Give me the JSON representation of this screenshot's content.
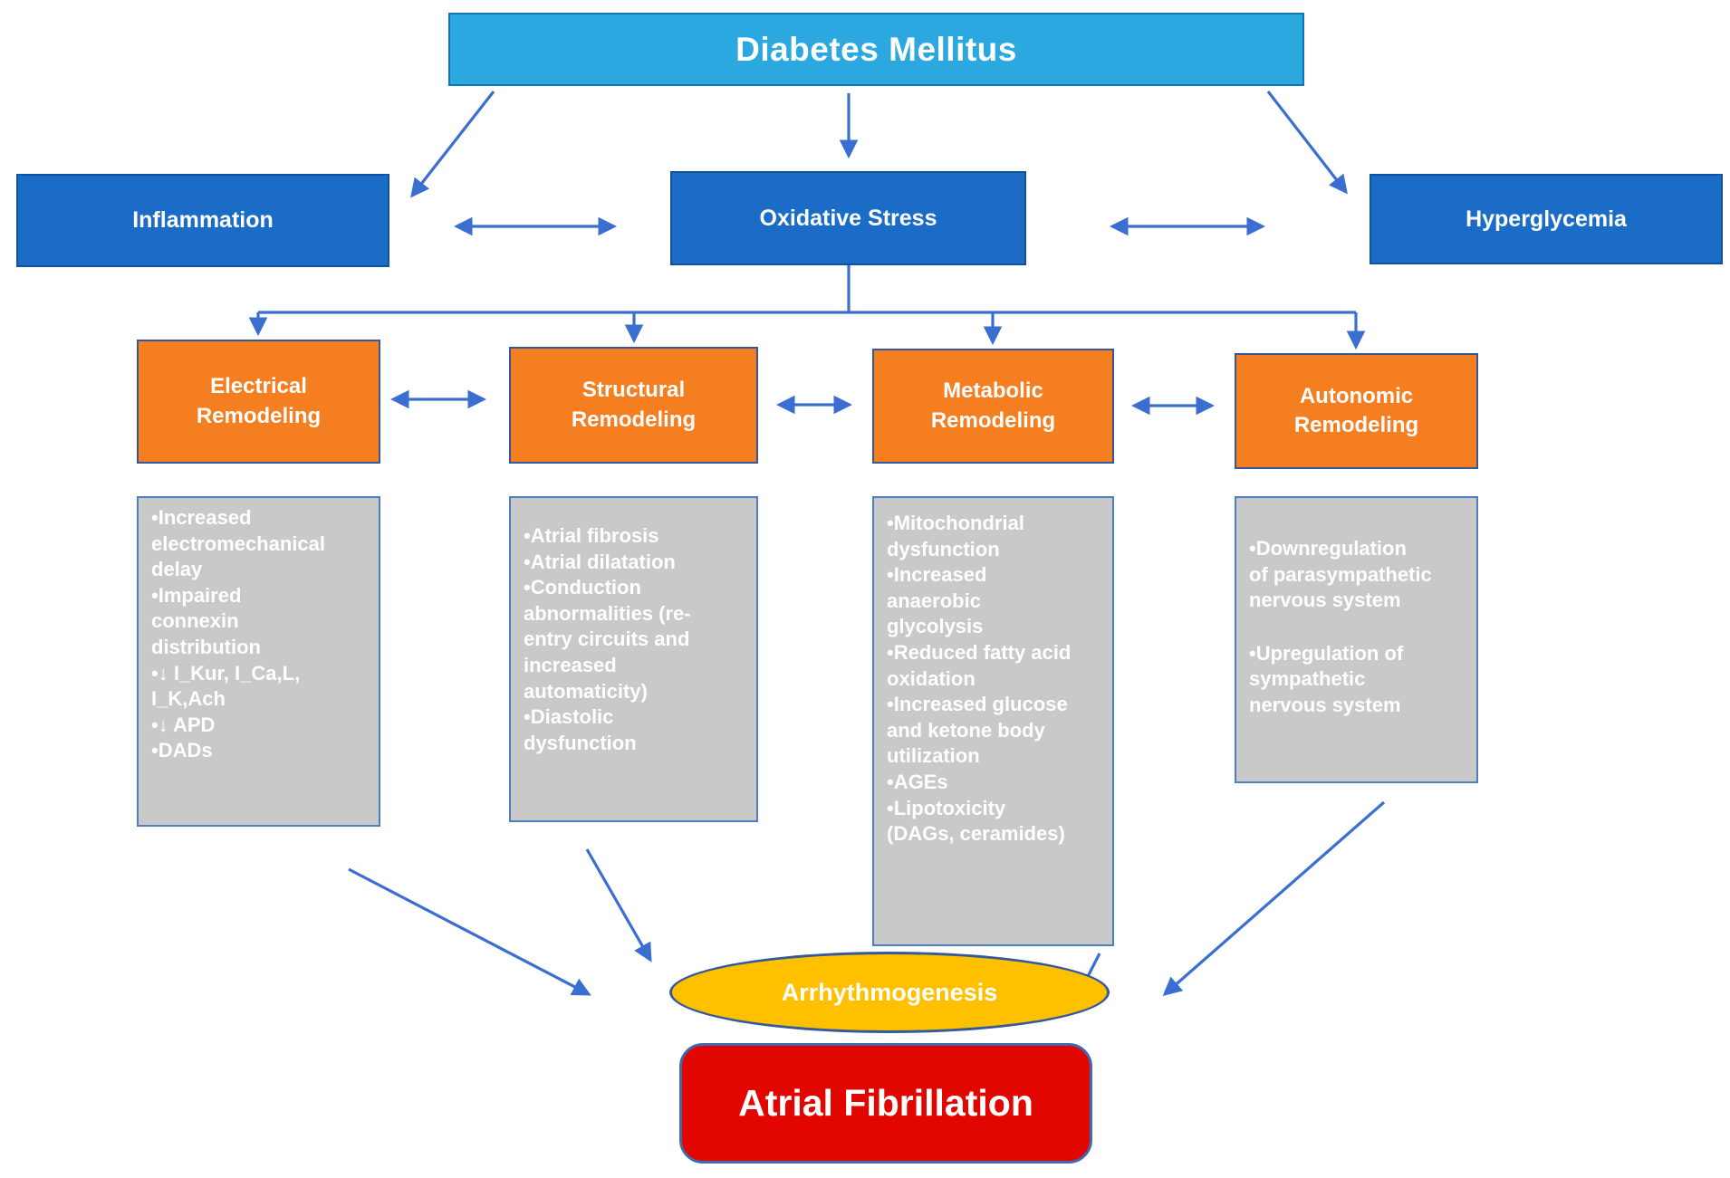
{
  "nodes": {
    "diabetes": {
      "label": "Diabetes Mellitus"
    },
    "inflammation": {
      "label": "Inflammation"
    },
    "oxidative_stress": {
      "label": "Oxidative Stress"
    },
    "hyperglycemia": {
      "label": "Hyperglycemia"
    },
    "electrical_remodeling": {
      "label": "Electrical Remodeling"
    },
    "structural_remodeling": {
      "label": "Structural Remodeling"
    },
    "metabolic_remodeling": {
      "label": "Metabolic Remodeling"
    },
    "autonomic_remodeling": {
      "label": "Autonomic Remodeling"
    },
    "arrhythmogenesis": {
      "label": "Arrhythmogenesis"
    },
    "atrial_fibrillation": {
      "label": "Atrial Fibrillation"
    }
  },
  "details": {
    "electrical": {
      "items": [
        "•Increased\nelectromechanical\ndelay",
        "•Impaired\nconnexin\ndistribution",
        "•↓ I_Kur, I_Ca,L,\nI_K,Ach",
        "•↓ APD",
        "•DADs"
      ]
    },
    "structural": {
      "items": [
        "•Atrial fibrosis",
        "•Atrial dilatation",
        "•Conduction\nabnormalities (re-\nentry circuits and\nincreased\nautomaticity)",
        "•Diastolic\ndysfunction"
      ]
    },
    "metabolic": {
      "items": [
        "•Mitochondrial\ndysfunction",
        "•Increased\nanaerobic\nglycolysis",
        "•Reduced fatty acid\noxidation",
        "•Increased glucose\nand ketone body\nutilization",
        "•AGEs",
        "•Lipotoxicity\n(DAGs, ceramides)"
      ]
    },
    "autonomic": {
      "items": [
        "•Downregulation\nof parasympathetic\nnervous system",
        "•Upregulation of\nsympathetic\nnervous system"
      ]
    }
  },
  "colors": {
    "sky": "#2BA8DF",
    "blue": "#1B6CC7",
    "orange": "#F57E20",
    "gray": "#C9C9C9",
    "yellow": "#FFC000",
    "red": "#E10600",
    "arrow": "#3A6ED0",
    "node-border": "#33599C",
    "sky-border": "#1574B4",
    "blue-border": "#11519E",
    "panel-border": "#4D7EBD",
    "text": "#FFFFFF"
  }
}
